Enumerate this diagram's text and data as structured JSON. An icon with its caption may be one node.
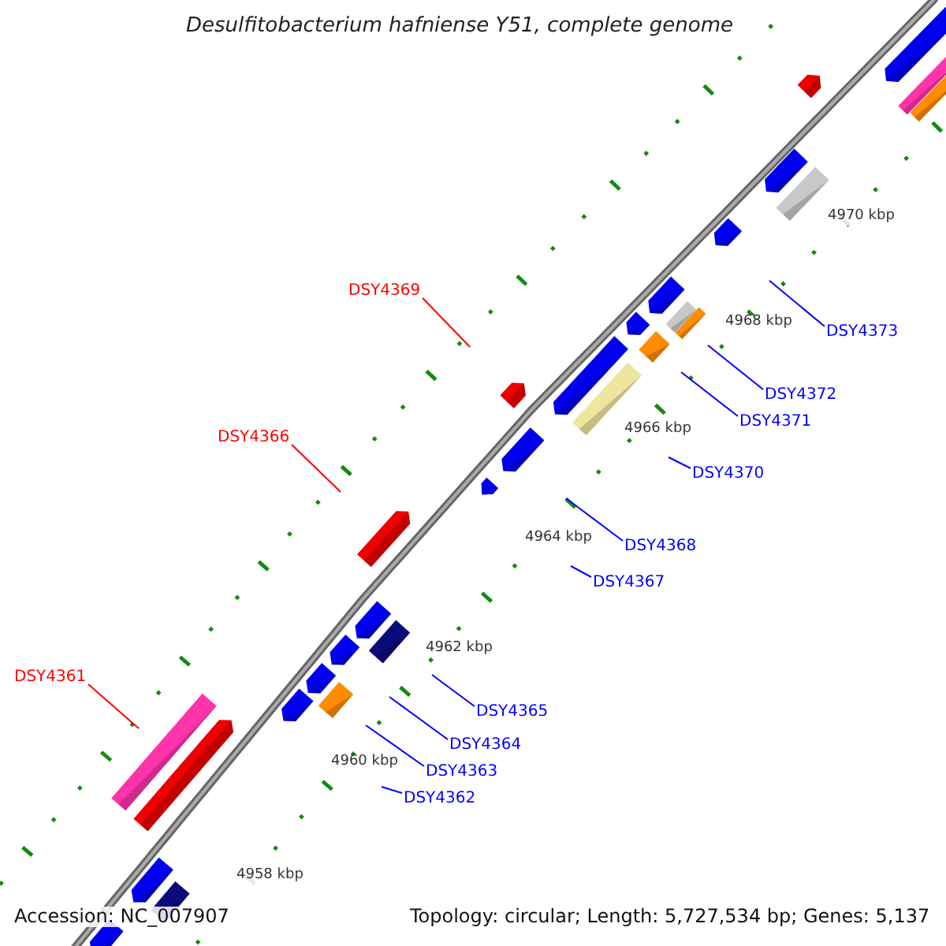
{
  "diagram": {
    "title": "Desulfitobacterium hafniense Y51, complete genome",
    "nodes": [
      {
        "text": [
          "DSY4369"
        ]
      },
      {
        "text": [
          "DSY4373"
        ]
      },
      {
        "text": [
          "DSY4372"
        ]
      },
      {
        "text": [
          "DSY4371"
        ]
      },
      {
        "text": [
          "DSY4366"
        ]
      },
      {
        "text": [
          "DSY4370"
        ]
      },
      {
        "text": [
          "DSY4368"
        ]
      },
      {
        "text": [
          "DSY4367"
        ]
      },
      {
        "text": [
          "DSY4361"
        ]
      },
      {
        "text": [
          "DSY4365"
        ]
      },
      {
        "text": [
          "DSY4364"
        ]
      },
      {
        "text": [
          "DSY4363"
        ]
      },
      {
        "text": [
          "DSY4362"
        ]
      }
    ],
    "edges": [
      {
        "from": 0,
        "to": null,
        "arrow": "none",
        "color": "#ff0000"
      },
      {
        "from": 1,
        "to": null,
        "arrow": "none"
      },
      {
        "from": 2,
        "to": null,
        "arrow": "none"
      },
      {
        "from": 3,
        "to": null,
        "arrow": "none"
      },
      {
        "from": 4,
        "to": null,
        "arrow": "none",
        "color": "#ff0000"
      },
      {
        "from": 5,
        "to": null,
        "arrow": "none"
      },
      {
        "from": 6,
        "to": null,
        "arrow": "none"
      },
      {
        "from": 7,
        "to": null,
        "arrow": "none"
      },
      {
        "from": 8,
        "to": null,
        "arrow": "none",
        "color": "#ff0000"
      },
      {
        "from": 9,
        "to": null,
        "arrow": "none"
      },
      {
        "from": 10,
        "to": null,
        "arrow": "none"
      },
      {
        "from": 11,
        "to": null,
        "arrow": "none"
      },
      {
        "from": 12,
        "to": null,
        "arrow": "none"
      }
    ],
    "labels": [
      "4970 kbp",
      "4968 kbp",
      "4966 kbp",
      "4964 kbp",
      "4962 kbp",
      "4960 kbp",
      "4958 kbp",
      "Accession: NC_007907",
      "Topology: circular; Length: 5,727,534 bp; Genes: 5,137"
    ]
  }
}
